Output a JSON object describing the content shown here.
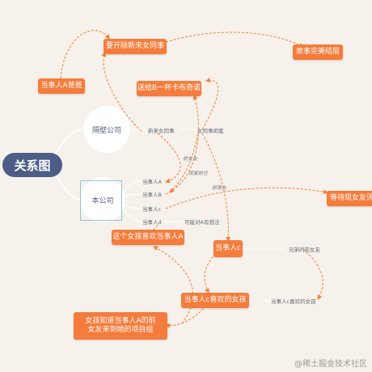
{
  "root": "关系图",
  "companies": {
    "previous": "隔壁公司",
    "current": "本公司"
  },
  "people": {
    "a": "当事人A",
    "b": "当事人B",
    "c_small": "当事人c",
    "d": "当事人d"
  },
  "labels": {
    "new_colleague": "新来女同事",
    "female_colleague_bestie": "女同事闺蜜",
    "ex_girlfriend": "前女友",
    "bestie_ex": "闺蜜前任",
    "ex_boyfriend": "前男友",
    "may_have_feelings": "可能对A有想法",
    "brothers_ex": "兄弟的前女友",
    "c_likes_girl": "当事人c喜欢的女孩"
  },
  "nodes": {
    "transfer_new_colleague": "要开除新来女同事",
    "story_ending": "故事完美结局",
    "a_father": "当事人A爸爸",
    "send_b_promise": "送给B一杯卡布奇诺",
    "wait_review": "等待现女友评",
    "girl_likes_a": "这个女孩喜欢当事人A",
    "person_c": "当事人c",
    "c_liked_girl": "当事人c喜欢的女孩",
    "girl_knows_ex": "女孩知道当事人A的前女友来到她的项目组"
  },
  "watermark": "@稀土掘金技术社区",
  "colors": {
    "node": "#f47c3c",
    "root": "#4c5e86",
    "line": "#f0803c",
    "branch": "#ffffff",
    "background": "#f6f1ea"
  }
}
